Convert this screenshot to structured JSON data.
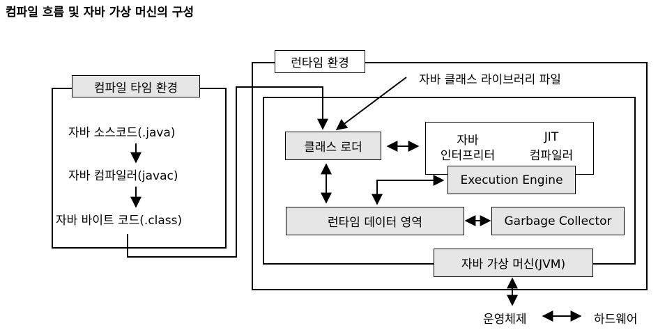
{
  "title": "컴파일 흐름 및 자바 가상 머신의 구성",
  "compile_env": {
    "label": "컴파일 타임 환경",
    "step1": "자바 소스코드(.java)",
    "step2": "자바 컴파일러(javac)",
    "step3": "자바 바이트 코드(.class)"
  },
  "runtime_env": {
    "label": "런타임 환경",
    "library_label": "자바 클래스 라이브러리 파일"
  },
  "jvm": {
    "label": "자바 가상 머신(JVM)",
    "class_loader": "클래스 로더",
    "interpreter_line1": "자바",
    "interpreter_line2": "인터프리터",
    "jit_line1": "JIT",
    "jit_line2": "컴파일러",
    "execution_engine": "Execution Engine",
    "runtime_data_area": "런타임 데이터 영역",
    "garbage_collector": "Garbage Collector"
  },
  "bottom": {
    "os": "운영체제",
    "hardware": "하드웨어"
  }
}
